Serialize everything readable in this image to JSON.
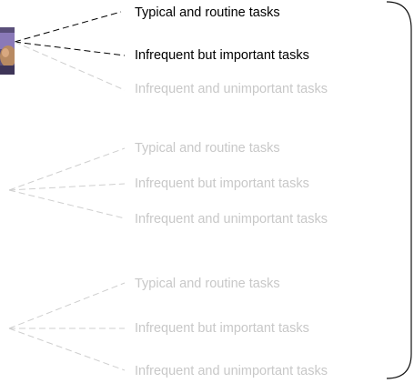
{
  "groups": [
    {
      "items": [
        {
          "label": "Typical and routine tasks",
          "state": "active"
        },
        {
          "label": "Infrequent but important tasks",
          "state": "active"
        },
        {
          "label": "Infrequent and unimportant tasks",
          "state": "faded"
        }
      ]
    },
    {
      "items": [
        {
          "label": "Typical and routine tasks",
          "state": "faded"
        },
        {
          "label": "Infrequent but important tasks",
          "state": "faded"
        },
        {
          "label": "Infrequent and unimportant tasks",
          "state": "faded"
        }
      ]
    },
    {
      "items": [
        {
          "label": "Typical and routine tasks",
          "state": "faded"
        },
        {
          "label": "Infrequent but important tasks",
          "state": "faded"
        },
        {
          "label": "Infrequent and unimportant tasks",
          "state": "faded"
        }
      ]
    }
  ],
  "colors": {
    "active_text": "#000000",
    "active_line": "#000000",
    "faded_text": "#c8c8c8",
    "faded_line": "#cfcfcf",
    "frame": "#111111"
  },
  "icons": {
    "first_group_thumbnail": "photo-thumbnail-icon"
  }
}
